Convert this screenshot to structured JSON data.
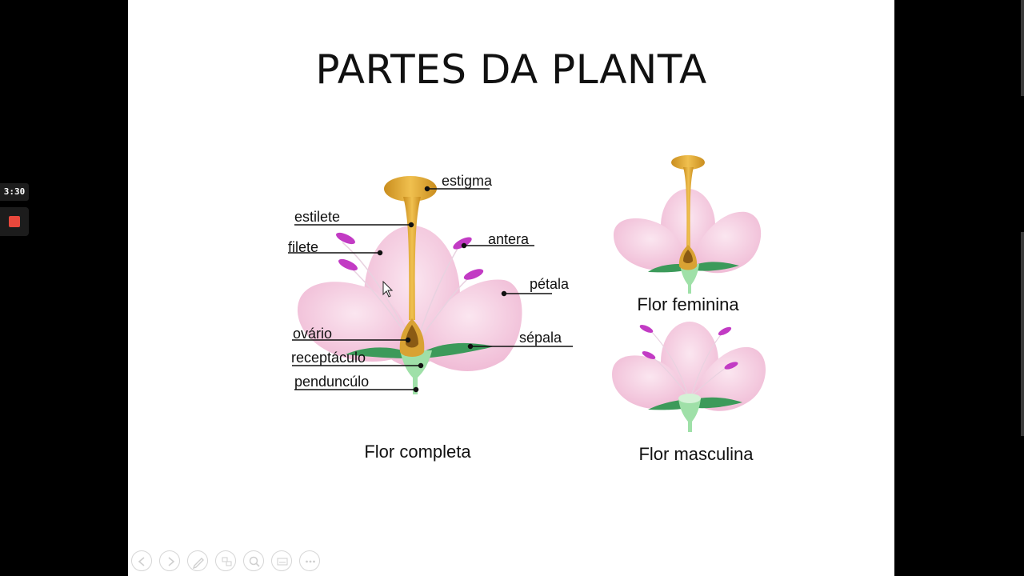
{
  "slide": {
    "title": "PARTES DA PLANTA",
    "diagram": {
      "labels": {
        "estigma": "estigma",
        "estilete": "estilete",
        "filete": "filete",
        "antera": "antera",
        "petala": "pétala",
        "ovario": "ovário",
        "sepala": "sépala",
        "receptaculo": "receptáculo",
        "penduncu": "penduncúlo"
      },
      "captions": {
        "completa": "Flor completa",
        "feminina": "Flor feminina",
        "masculina": "Flor masculina"
      }
    },
    "colors": {
      "petal": "#f5cfe3",
      "pistil": "#d9a233",
      "stamen": "#c23bc4",
      "sepal": "#3c9a5a",
      "receptacle": "#9fe0a8"
    }
  },
  "overlay": {
    "timer": "3:30",
    "record_icon": "record-stop-icon"
  },
  "controls": {
    "icons": [
      "previous-icon",
      "next-icon",
      "pen-icon",
      "slides-icon",
      "zoom-icon",
      "subtitles-icon",
      "more-icon"
    ]
  }
}
